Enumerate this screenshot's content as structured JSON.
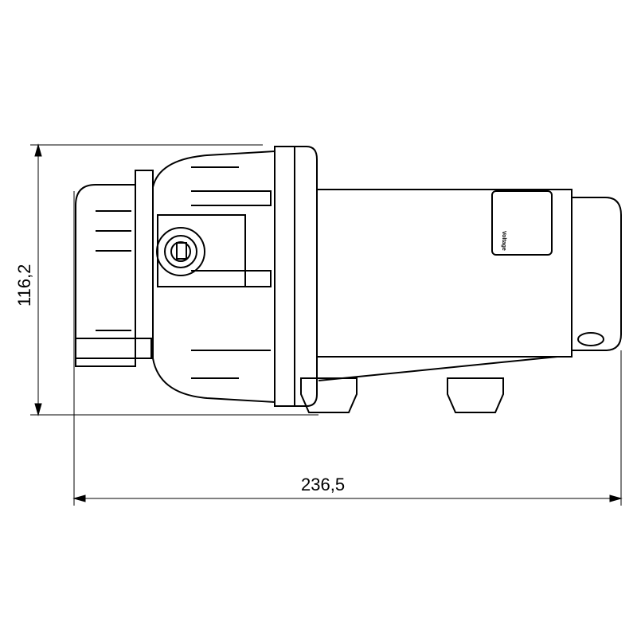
{
  "dimensions": {
    "width_label": "236,5",
    "height_label": "116,2"
  },
  "motor_label": {
    "text": "Voltage"
  },
  "colors": {
    "line": "#000000",
    "background": "#ffffff"
  }
}
